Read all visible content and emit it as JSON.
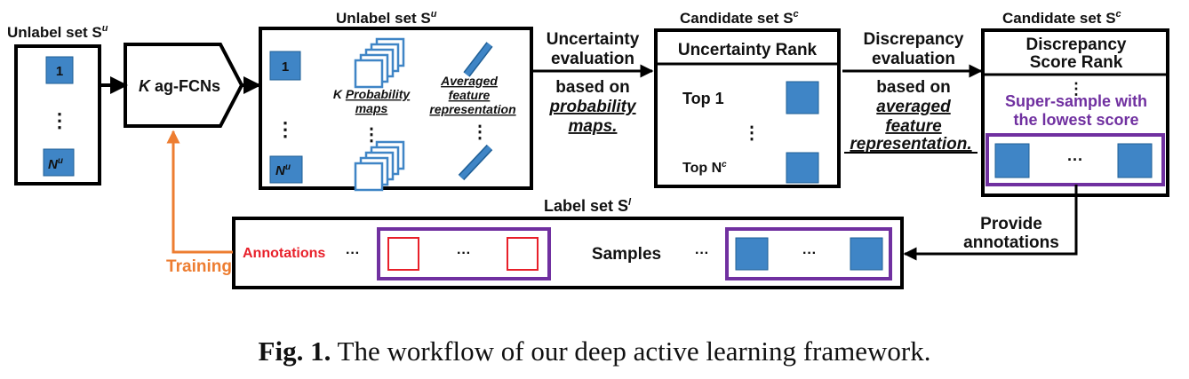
{
  "diagram": {
    "unlabel_left": {
      "title": "Unlabel set S",
      "title_sup": "u",
      "item_first": "1",
      "item_last": "N",
      "item_last_sup": "u",
      "ellipsis": "⋮"
    },
    "fcn": {
      "label_italic": "K",
      "label": " ag-FCNs"
    },
    "unlabel_mid": {
      "title": "Unlabel set S",
      "title_sup": "u",
      "item_first": "1",
      "item_last": "N",
      "item_last_sup": "u",
      "ellipsis": "⋮",
      "prob_maps_k": "K",
      "prob_maps_line1": "Probability",
      "prob_maps_line2": "maps",
      "feat_line1": "Averaged",
      "feat_line2": "feature",
      "feat_line3": "representation"
    },
    "uncertainty_eval": {
      "line1": "Uncertainty",
      "line2": "evaluation",
      "line3": "based on",
      "line4": "probability",
      "line5": "maps."
    },
    "candidate1": {
      "title": "Candidate set S",
      "title_sup": "c",
      "header": "Uncertainty Rank",
      "top1": "Top 1",
      "topn": "Top N",
      "topn_sup": "c",
      "ellipsis": "⋮"
    },
    "discrepancy_eval": {
      "line1": "Discrepancy",
      "line2": "evaluation",
      "line3": "based on",
      "line4": "averaged",
      "line5": "feature",
      "line6": "representation."
    },
    "candidate2": {
      "title": "Candidate set S",
      "title_sup": "c",
      "header_line1": "Discrepancy",
      "header_line2": "Score Rank",
      "ellipsis": "⋮",
      "super_line1": "Super-sample with",
      "super_line2": "the lowest score",
      "dots": "···"
    },
    "provide": {
      "line1": "Provide",
      "line2": "annotations"
    },
    "label_set": {
      "title": "Label set S",
      "title_sup": "l",
      "annotations": "Annotations",
      "samples": "Samples",
      "dots": "···"
    },
    "training": "Training",
    "colors": {
      "blue": "#3F85C6",
      "blue_dark": "#1F5F96",
      "purple": "#7030A0",
      "red": "#E8202A",
      "orange": "#ED7D31",
      "black": "#000000"
    }
  },
  "caption": {
    "bold": "Fig. 1.",
    "text": " The workflow of our deep active learning framework."
  }
}
